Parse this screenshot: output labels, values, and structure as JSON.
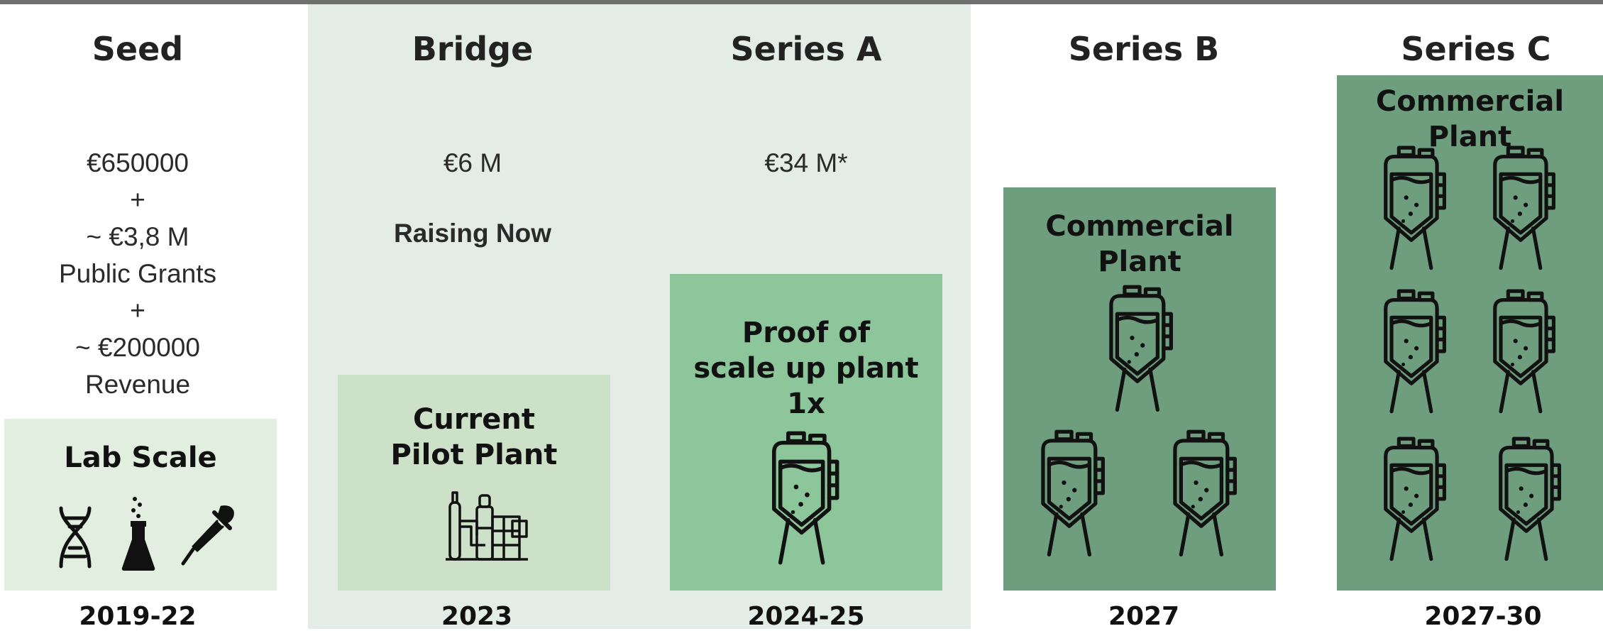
{
  "rounds": {
    "seed": {
      "title": "Seed",
      "lines": [
        "€650000",
        "+",
        "~ €3,8 M",
        "Public Grants",
        "+",
        "~ €200000",
        "Revenue"
      ],
      "box_title_1": "Lab Scale",
      "year": "2019-22"
    },
    "bridge": {
      "title": "Bridge",
      "amount": "€6 M",
      "status": "Raising Now",
      "box_title_1": "Current",
      "box_title_2": "Pilot Plant",
      "year": "2023"
    },
    "series_a": {
      "title": "Series A",
      "amount": "€34 M*",
      "box_title_1": "Proof of",
      "box_title_2": "scale up plant 1x",
      "year": "2024-25"
    },
    "series_b": {
      "title": "Series B",
      "box_title_1": "Commercial",
      "box_title_2": "Plant",
      "year": "2027"
    },
    "series_c": {
      "title": "Series C",
      "box_title_1": "Commercial",
      "box_title_2": "Plant",
      "year": "2027-30"
    }
  },
  "icons": [
    "dna-icon",
    "flask-icon",
    "pipette-icon",
    "pilot-plant-icon",
    "reactor-tank-icon"
  ],
  "colors": {
    "bridge_band": "#e3ece6",
    "lab_box": "#e2eedf",
    "pilot_box": "#cde0c8",
    "series_a_box": "#8ec69c",
    "commercial_box": "#6f9e7e"
  }
}
